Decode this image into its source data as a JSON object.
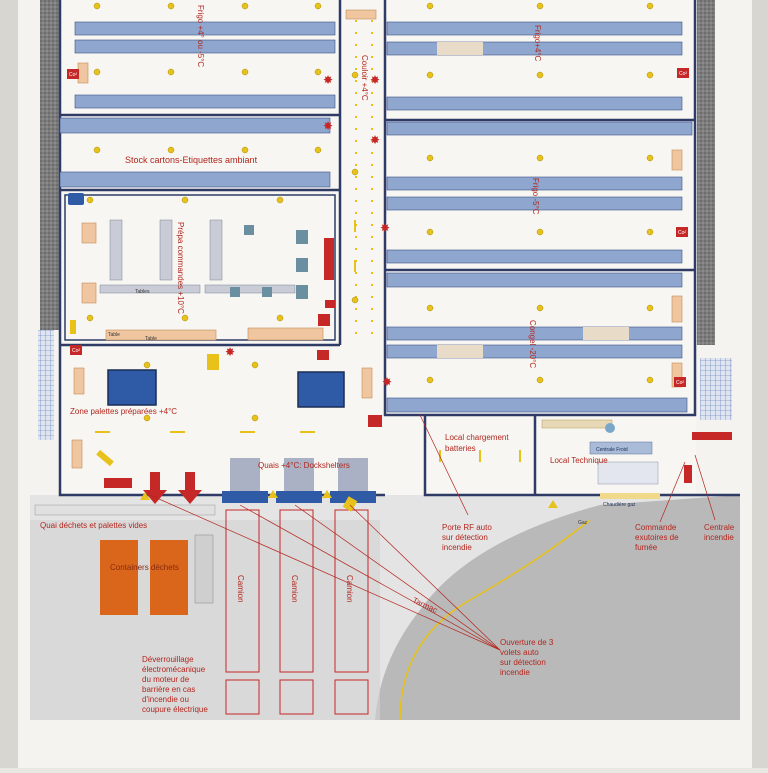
{
  "colors": {
    "paper": "#f4f3ef",
    "wall": "#2f3b66",
    "rack": "#8fa6cf",
    "yellow": "#e8c21a",
    "red": "#c62828",
    "blue_box": "#2f5aa6",
    "orange": "#d9661a",
    "gravel": "#8a8a8a",
    "tarmac": "#b9b9b9"
  },
  "labels": {
    "frigo_top_left": "Frigo +4° ou -5°C",
    "frigo_top_right": "Frigo+4°C",
    "couloir": "Couloir +4°C",
    "frigo_mid_right": "Frigo -5°C",
    "stock_cartons": "Stock cartons-Etiquettes ambiant",
    "prepa": "Prépa commandes +10°C",
    "congel": "Congel -20°C",
    "zone_palettes": "Zone palettes préparées +4°C",
    "local_chargement_1": "Local chargement",
    "local_chargement_2": "batteries",
    "local_technique": "Local Technique",
    "centrale_froid": "Centrale Froid",
    "quais": "Quais +4°C: Dockshelters",
    "chaudiere": "Chaudière gaz",
    "gaz": "Gaz",
    "quai_dechets": "Quai déchets et palettes vides",
    "containers": "Containers déchets",
    "camion": "Camion",
    "tarmac": "Tarmac",
    "table": "Table",
    "tables": "Tables",
    "co2": "Co²"
  },
  "annotations": {
    "porte_rf": [
      "Porte RF auto",
      "sur détection",
      "incendie"
    ],
    "commande_exutoires": [
      "Commande",
      "exutoires de",
      "fumée"
    ],
    "centrale_incendie": [
      "Centrale",
      "incendie"
    ],
    "ouverture_volets": [
      "Ouverture de 3",
      "volets auto",
      "sur détection",
      "incendie"
    ],
    "deverrouillage": [
      "Déverrouillage",
      "électromécanique",
      "du moteur de",
      "barrière en cas",
      "d'incendie ou",
      "coupure électrique"
    ]
  }
}
